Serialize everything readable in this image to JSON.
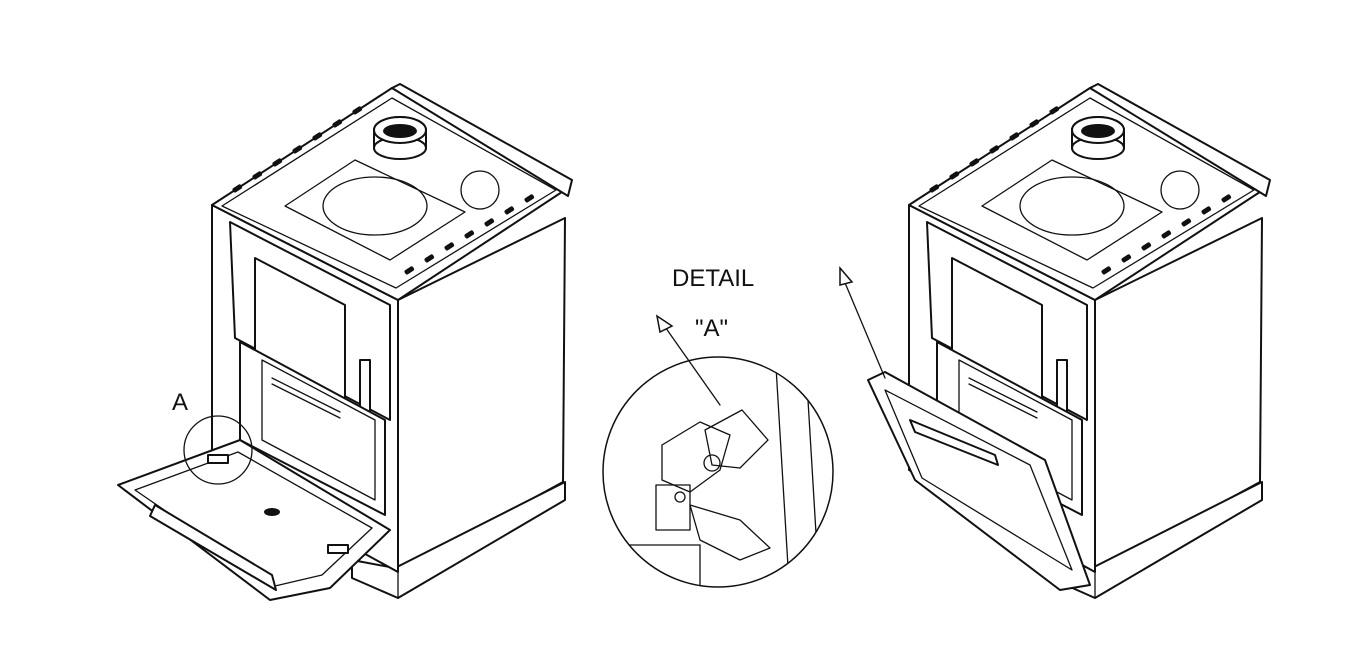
{
  "labels": {
    "callout_a": "A",
    "detail_title": "DETAIL",
    "detail_ref": "\"A\""
  },
  "colors": {
    "line": "#111111",
    "background": "#ffffff"
  }
}
